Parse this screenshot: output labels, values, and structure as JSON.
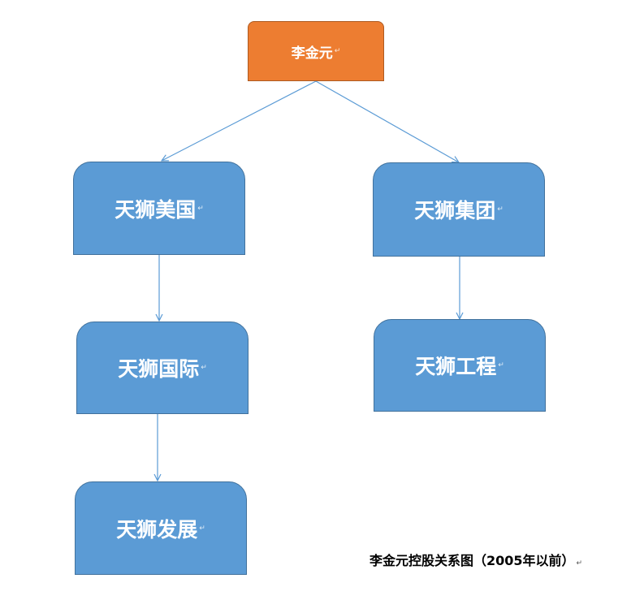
{
  "diagram": {
    "root": {
      "label": "李金元"
    },
    "nodes": {
      "tianshi_usa": {
        "label": "天狮美国"
      },
      "tianshi_group": {
        "label": "天狮集团"
      },
      "tianshi_intl": {
        "label": "天狮国际"
      },
      "tianshi_eng": {
        "label": "天狮工程"
      },
      "tianshi_dev": {
        "label": "天狮发展"
      }
    },
    "edges": [
      {
        "from": "root",
        "to": "tianshi_usa"
      },
      {
        "from": "root",
        "to": "tianshi_group"
      },
      {
        "from": "tianshi_usa",
        "to": "tianshi_intl"
      },
      {
        "from": "tianshi_intl",
        "to": "tianshi_dev"
      },
      {
        "from": "tianshi_group",
        "to": "tianshi_eng"
      }
    ],
    "caption": "李金元控股关系图（2005年以前）",
    "colors": {
      "root_fill": "#ed7d31",
      "node_fill": "#5b9bd5",
      "edge": "#5b9bd5"
    }
  }
}
